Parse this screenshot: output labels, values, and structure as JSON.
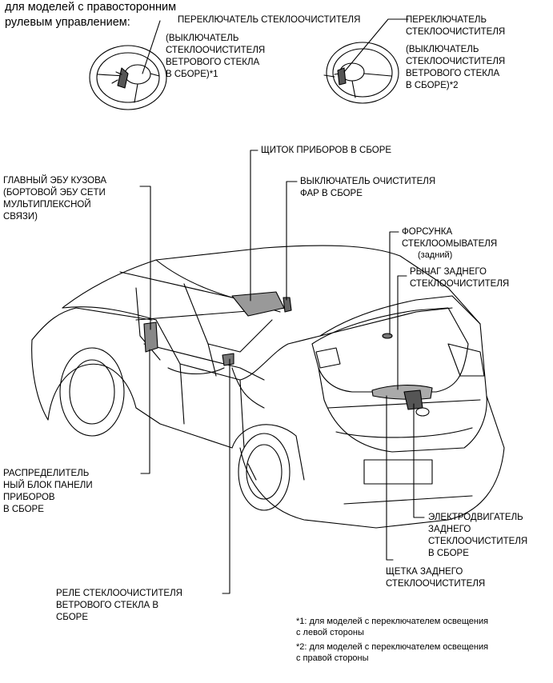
{
  "header": {
    "text": "для моделей с правосторонним\nрулевым управлением:"
  },
  "wheel_left": {
    "title": "ПЕРЕКЛЮЧАТЕЛЬ СТЕКЛООЧИСТИТЕЛЯ",
    "sub": "(ВЫКЛЮЧАТЕЛЬ\nСТЕКЛООЧИСТИТЕЛЯ\nВЕТРОВОГО СТЕКЛА\nВ СБОРЕ)*1"
  },
  "wheel_right": {
    "title": "ПЕРЕКЛЮЧАТЕЛЬ\nСТЕКЛООЧИСТИТЕЛЯ",
    "sub": "(ВЫКЛЮЧАТЕЛЬ\nСТЕКЛООЧИСТИТЕЛЯ\nВЕТРОВОГО СТЕКЛА\nВ СБОРЕ)*2"
  },
  "labels": {
    "instrument_panel": "ЩИТОК ПРИБОРОВ В СБОРЕ",
    "headlamp_cleaner": "ВЫКЛЮЧАТЕЛЬ ОЧИСТИТЕЛЯ\nФАР В СБОРЕ",
    "main_ecu": "ГЛАВНЫЙ ЭБУ КУЗОВА\n(БОРТОВОЙ ЭБУ СЕТИ\nМУЛЬТИПЛЕКСНОЙ\nСВЯЗИ)",
    "washer_nozzle": "ФОРСУНКА\nСТЕКЛООМЫВАТЕЛЯ",
    "washer_nozzle_note": "(задний)",
    "rear_wiper_arm": "РЫЧАГ ЗАДНЕГО\nСТЕКЛООЧИСТИТЕЛЯ",
    "junction_block": "РАСПРЕДЕЛИТЕЛЬ\nНЫЙ БЛОК ПАНЕЛИ\nПРИБОРОВ\nВ СБОРЕ",
    "rear_wiper_motor": "ЭЛЕКТРОДВИГАТЕЛЬ\nЗАДНЕГО\nСТЕКЛООЧИСТИТЕЛЯ\nВ СБОРЕ",
    "rear_wiper_blade": "ЩЕТКА ЗАДНЕГО\nСТЕКЛООЧИСТИТЕЛЯ",
    "wiper_relay": "РЕЛЕ СТЕКЛООЧИСТИТЕЛЯ\nВЕТРОВОГО СТЕКЛА В\nСБОРЕ"
  },
  "footnotes": {
    "note1": "*1: для моделей с переключателем освещения\nс левой стороны",
    "note2": "*2: для моделей с переключателем освещения\nс правой стороны"
  }
}
